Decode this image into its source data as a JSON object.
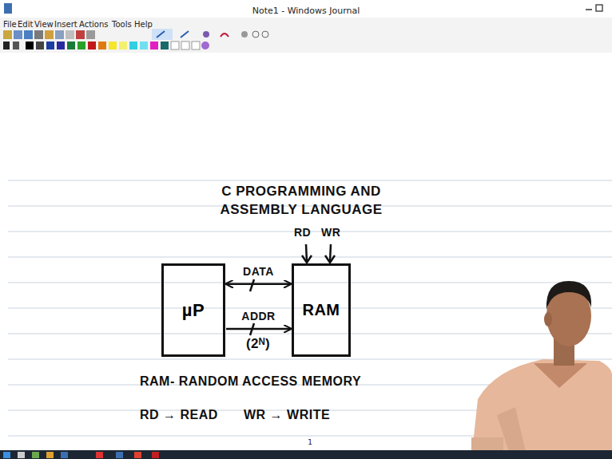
{
  "diagram": {
    "title": "C PROGRAMMING AND ASSEMBLY LANGUAGE",
    "nodes": [
      {
        "text": [
          "µP"
        ]
      },
      {
        "text": [
          "RAM"
        ]
      }
    ],
    "edges": [
      {
        "from": 0,
        "to": 1,
        "label": "DATA",
        "arrow": "both"
      },
      {
        "from": 0,
        "to": 1,
        "label": "ADDR",
        "arrow": "to"
      }
    ],
    "labels": [
      "Note1 - Windows Journal",
      "File",
      "Edit",
      "View",
      "Insert",
      "Actions",
      "Tools",
      "Help",
      "RD",
      "WR",
      "(2ᴺ)",
      "RAM- RANDOM ACCESS MEMORY",
      "RD → READ",
      "WR → WRITE",
      "1"
    ]
  }
}
